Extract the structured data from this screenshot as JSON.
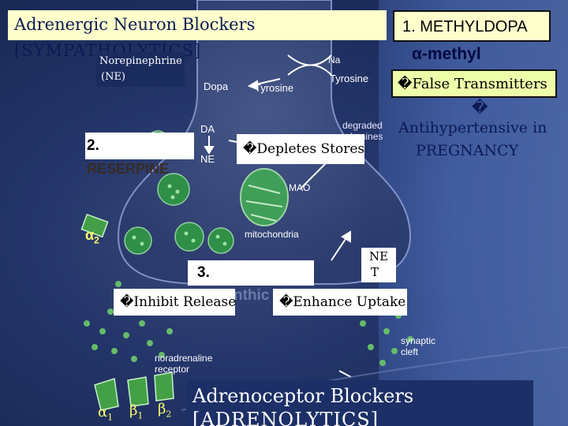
{
  "header": {
    "title": "Adrenergic Neuron Blockers",
    "subtitle": "[SYMPATHOLYTICS]",
    "methyldopa": "1. METHYLDOPA"
  },
  "labels": {
    "norepinephrine": "Norepinephrine",
    "ne_abbrev": "(NE)",
    "dopa": "Dopa",
    "tyrosine_inner": "Tyrosine",
    "tyrosine_outer": "Tyrosine",
    "na": "Na",
    "da": "DA",
    "ne_inner": "NE",
    "degraded": "degraded",
    "catecholamines": "catecholamines",
    "mao": "MAO",
    "mitochondria": "mitochondria",
    "synaptic_cleft": "synaptic cleft",
    "noradrenaline_receptor": "noradrenaline receptor",
    "net_line1": "NE",
    "net_line2": "T",
    "faded_synthesis": "nthic"
  },
  "right_panel": {
    "alpha_methyl": "α-methyl",
    "false_transmitters": "�False Transmitters",
    "glyph": "�",
    "antihypertensive": "Antihypertensive in",
    "pregnancy": "PREGNANCY"
  },
  "reserpine": {
    "num": "2.",
    "name": "RESERPINE",
    "effect": "�Depletes Stores"
  },
  "release": {
    "num": "3.",
    "inhibit": "�Inhibit Release",
    "enhance": "�Enhance Uptake"
  },
  "receptors": {
    "alpha2": "α",
    "alpha2_sub": "2",
    "a1": "α",
    "a1_sub": "1",
    "b1": "β",
    "b1_sub": "1",
    "b2": "β",
    "b2_sub": "2"
  },
  "footer": {
    "title": "Adrenoceptor Blockers",
    "subtitle": "[ADRENOLYTICS]"
  },
  "colors": {
    "yellow_box": "#ffffcc",
    "green_box": "#eeffaa",
    "blue_box": "#1c2f66",
    "vesicle_green": "#4caf50"
  }
}
